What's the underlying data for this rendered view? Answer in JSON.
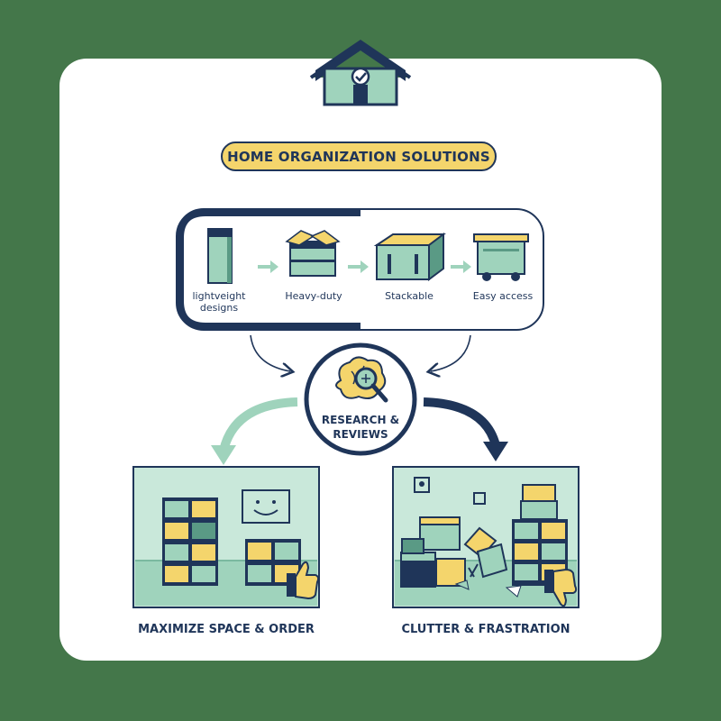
{
  "title": "HOME ORGANIZATION SOLUTIONS",
  "steps": [
    {
      "line1": "lightveight",
      "line2": "designs",
      "icon": "tall-storage-box-icon"
    },
    {
      "line1": "Heavy-duty",
      "line2": "",
      "icon": "open-heavy-duty-bin-icon"
    },
    {
      "line1": "Stackable",
      "line2": "",
      "icon": "stackable-bin-icon"
    },
    {
      "line1": "Easy access",
      "line2": "",
      "icon": "wheeled-bin-icon"
    }
  ],
  "center": {
    "line1": "RESEARCH &",
    "line2": "REVIEWS",
    "icon": "brain-magnifier-icon"
  },
  "outcomes": {
    "good": {
      "label": "MAXIMIZE SPACE & ORDER",
      "icon": "thumbs-up-icon"
    },
    "bad": {
      "label": "CLUTTER & FRASTRATION",
      "icon": "thumbs-down-icon"
    }
  },
  "colors": {
    "background": "#44774a",
    "navy": "#1f3559",
    "yellow": "#f4d56c",
    "mint": "#9fd3bc",
    "mint_light": "#d4ece1"
  }
}
